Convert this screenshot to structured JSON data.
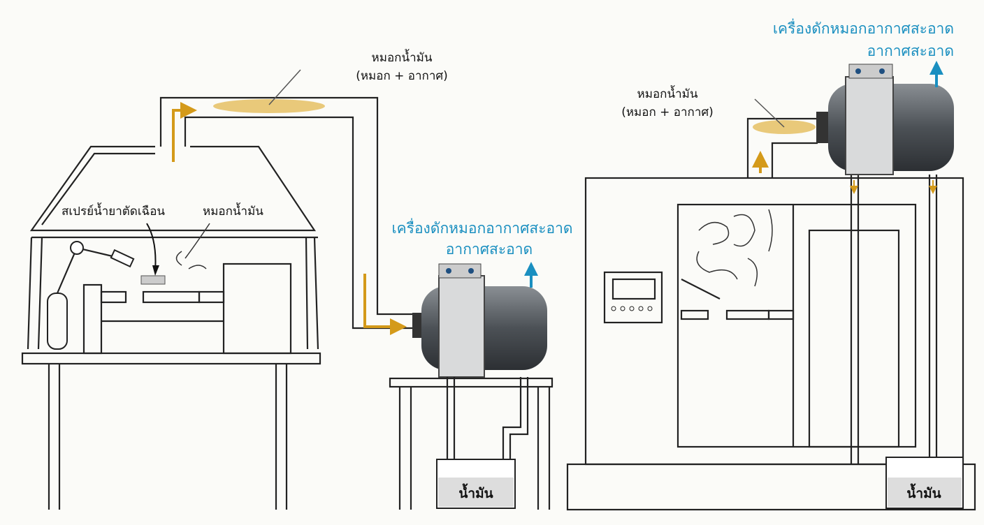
{
  "left_system": {
    "mist_label": "หมอกน้ำมัน",
    "mist_sub_label": "(หมอก + อากาศ)",
    "spray_label": "สเปรย์น้ำยาตัดเฉือน",
    "inner_mist_label": "หมอกน้ำมัน",
    "collector_label": "เครื่องดักหมอกอากาศสะอาด",
    "clean_air_label": "อากาศสะอาด",
    "tank_label": "น้ำมัน"
  },
  "right_system": {
    "mist_label": "หมอกน้ำมัน",
    "mist_sub_label": "(หมอก + อากาศ)",
    "collector_label": "เครื่องดักหมอกอากาศสะอาด",
    "clean_air_label": "อากาศสะอาด",
    "tank_label": "น้ำมัน"
  },
  "colors": {
    "flow_arrow": "#d49a1a",
    "clean_air": "#1a8fc0",
    "mist": "#e9c97a",
    "fan_body": "#555a5f"
  }
}
